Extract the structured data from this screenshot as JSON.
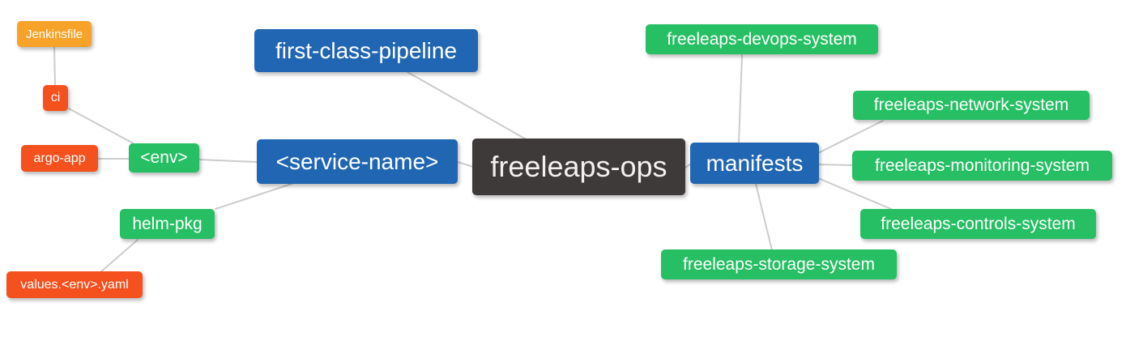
{
  "diagram": {
    "type": "mindmap",
    "root_label": "freeleaps-ops",
    "palette": {
      "blue": "#2166B3",
      "green": "#26BF64",
      "orange": "#F7A228",
      "red": "#F4511E",
      "dark": "#3E3A3A",
      "edge_line": "#CCCCCC",
      "node_text": "#FFFFFF",
      "background": "#FFFFFF"
    },
    "nodes": {
      "jenkinsfile": {
        "label": "Jenkinsfile"
      },
      "ci": {
        "label": "ci"
      },
      "argo_app": {
        "label": "argo-app"
      },
      "env": {
        "label": "<env>"
      },
      "helm_pkg": {
        "label": "helm-pkg"
      },
      "values_env_yaml": {
        "label": "values.<env>.yaml"
      },
      "first_class_pipeline": {
        "label": "first-class-pipeline"
      },
      "service_name": {
        "label": "<service-name>"
      },
      "freeleaps_ops": {
        "label": "freeleaps-ops"
      },
      "manifests": {
        "label": "manifests"
      },
      "devops_system": {
        "label": "freeleaps-devops-system"
      },
      "network_system": {
        "label": "freeleaps-network-system"
      },
      "monitoring_system": {
        "label": "freeleaps-monitoring-system"
      },
      "controls_system": {
        "label": "freeleaps-controls-system"
      },
      "storage_system": {
        "label": "freeleaps-storage-system"
      }
    },
    "edges": [
      {
        "from": "Jenkinsfile",
        "to": "ci"
      },
      {
        "from": "ci",
        "to": "<env>"
      },
      {
        "from": "argo-app",
        "to": "<env>"
      },
      {
        "from": "<env>",
        "to": "<service-name>"
      },
      {
        "from": "helm-pkg",
        "to": "<service-name>"
      },
      {
        "from": "values.<env>.yaml",
        "to": "helm-pkg"
      },
      {
        "from": "first-class-pipeline",
        "to": "freeleaps-ops"
      },
      {
        "from": "<service-name>",
        "to": "freeleaps-ops"
      },
      {
        "from": "freeleaps-ops",
        "to": "manifests"
      },
      {
        "from": "manifests",
        "to": "freeleaps-devops-system"
      },
      {
        "from": "manifests",
        "to": "freeleaps-network-system"
      },
      {
        "from": "manifests",
        "to": "freeleaps-monitoring-system"
      },
      {
        "from": "manifests",
        "to": "freeleaps-controls-system"
      },
      {
        "from": "manifests",
        "to": "freeleaps-storage-system"
      }
    ]
  }
}
